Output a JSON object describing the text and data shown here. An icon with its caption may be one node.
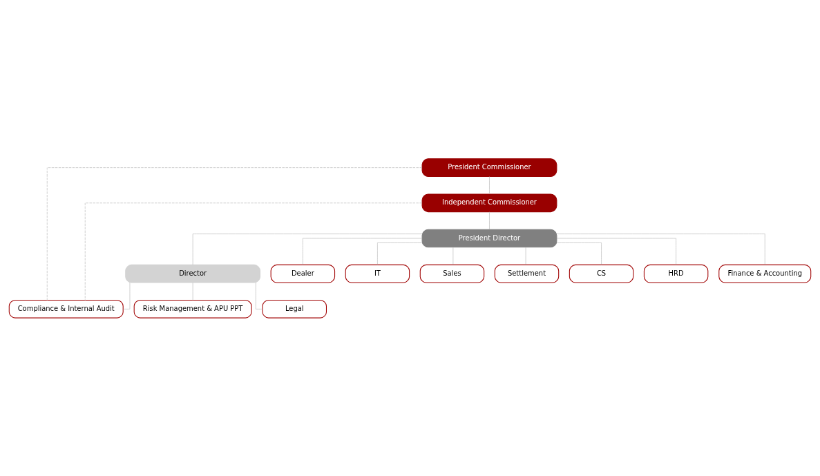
{
  "diagram": {
    "nodes": [
      {
        "text": [
          "President Commissioner"
        ]
      },
      {
        "text": [
          "Independent Commissioner"
        ]
      },
      {
        "text": [
          "President Director"
        ]
      },
      {
        "text": [
          "Director"
        ]
      },
      {
        "text": [
          "Dealer"
        ]
      },
      {
        "text": [
          "IT"
        ]
      },
      {
        "text": [
          "Sales"
        ]
      },
      {
        "text": [
          "Settlement"
        ]
      },
      {
        "text": [
          "CS"
        ]
      },
      {
        "text": [
          "HRD"
        ]
      },
      {
        "text": [
          "Finance & Accounting"
        ]
      },
      {
        "text": [
          "Compliance & Internal Audit"
        ]
      },
      {
        "text": [
          "Risk Management & APU PPT"
        ]
      },
      {
        "text": [
          "Legal"
        ]
      }
    ],
    "edges": [
      {
        "from": 0,
        "to": 1,
        "arrow": "none"
      },
      {
        "from": 1,
        "to": 2,
        "arrow": "none"
      },
      {
        "from": 2,
        "to": 3,
        "arrow": "none"
      },
      {
        "from": 2,
        "to": 4,
        "arrow": "none"
      },
      {
        "from": 2,
        "to": 5,
        "arrow": "none"
      },
      {
        "from": 2,
        "to": 6,
        "arrow": "none"
      },
      {
        "from": 2,
        "to": 7,
        "arrow": "none"
      },
      {
        "from": 2,
        "to": 8,
        "arrow": "none"
      },
      {
        "from": 2,
        "to": 9,
        "arrow": "none"
      },
      {
        "from": 2,
        "to": 10,
        "arrow": "none"
      },
      {
        "from": 3,
        "to": 11,
        "arrow": "none"
      },
      {
        "from": 3,
        "to": 12,
        "arrow": "none"
      },
      {
        "from": 3,
        "to": 13,
        "arrow": "none"
      },
      {
        "from": 0,
        "to": 11,
        "arrow": "none",
        "style": "dashed"
      },
      {
        "from": 1,
        "to": 11,
        "arrow": "none",
        "style": "dashed"
      }
    ]
  }
}
